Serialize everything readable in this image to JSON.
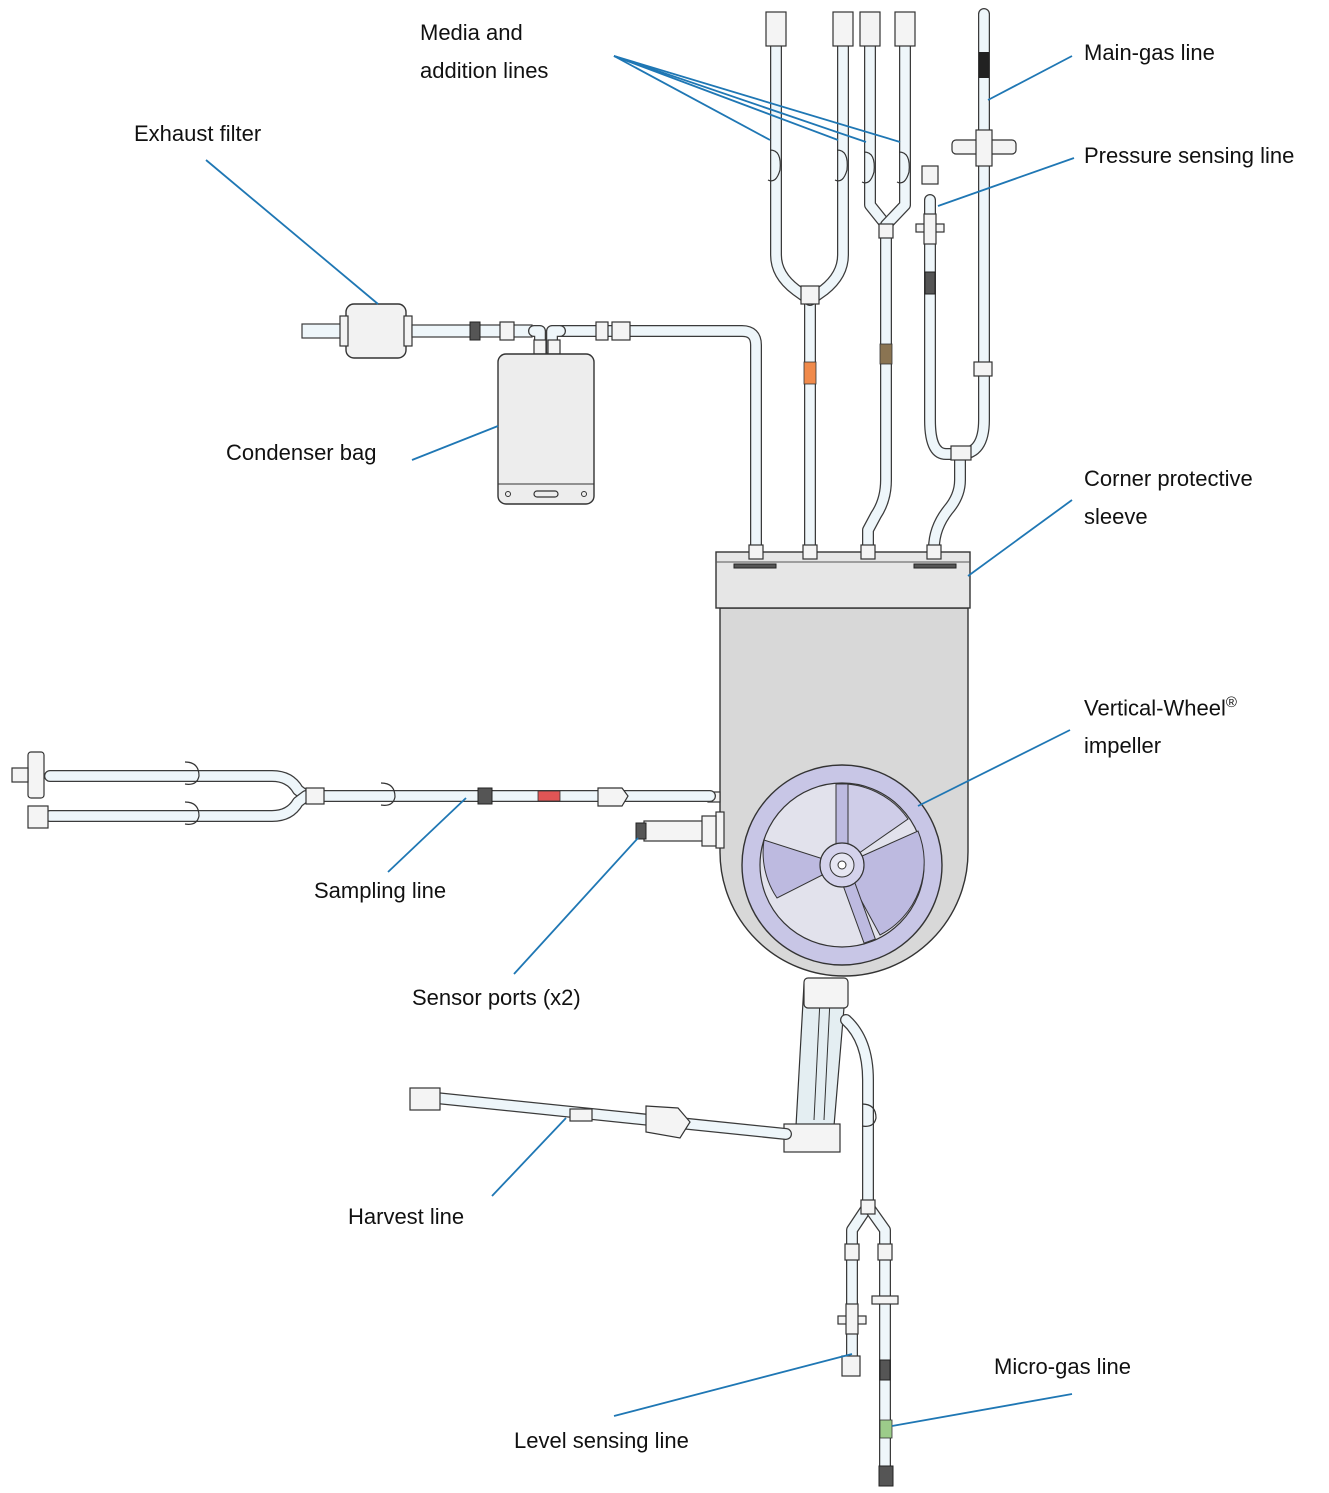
{
  "labels": {
    "media_lines": "Media and\naddition lines",
    "exhaust_filter": "Exhaust filter",
    "main_gas": "Main-gas line",
    "pressure_sensing": "Pressure sensing line",
    "condenser_bag": "Condenser bag",
    "corner_sleeve": "Corner protective\nsleeve",
    "impeller_name": "Vertical-Wheel",
    "impeller_mark": "®",
    "impeller_word": "impeller",
    "sampling_line": "Sampling line",
    "sensor_ports": "Sensor ports (x2)",
    "harvest_line": "Harvest line",
    "micro_gas": "Micro-gas line",
    "level_sensing": "Level sensing line"
  },
  "colors": {
    "leader": "#1f77b4",
    "vessel_fill": "#d8d8d8",
    "sleeve_fill": "#e6e6e6",
    "impeller_ring": "#c8c6e6",
    "impeller_blade": "#bdbae0",
    "marker_orange": "#f08a4b",
    "marker_brown": "#8a7452",
    "marker_red": "#e05555",
    "marker_green": "#9ccc8a",
    "marker_black": "#222222"
  }
}
